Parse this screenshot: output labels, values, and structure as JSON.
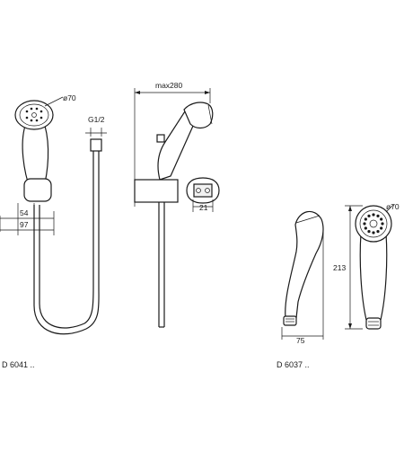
{
  "dimensions": {
    "head_diameter_left": "ø70",
    "thread": "G1/2",
    "dim_54": "54",
    "dim_97": "97",
    "max_length": "max280",
    "bracket_width": "21",
    "head_diameter_right": "ø70",
    "handset_length": "213",
    "handset_width": "75"
  },
  "products": {
    "kit_code": "D 6041 ..",
    "handset_code": "D 6037 .."
  }
}
